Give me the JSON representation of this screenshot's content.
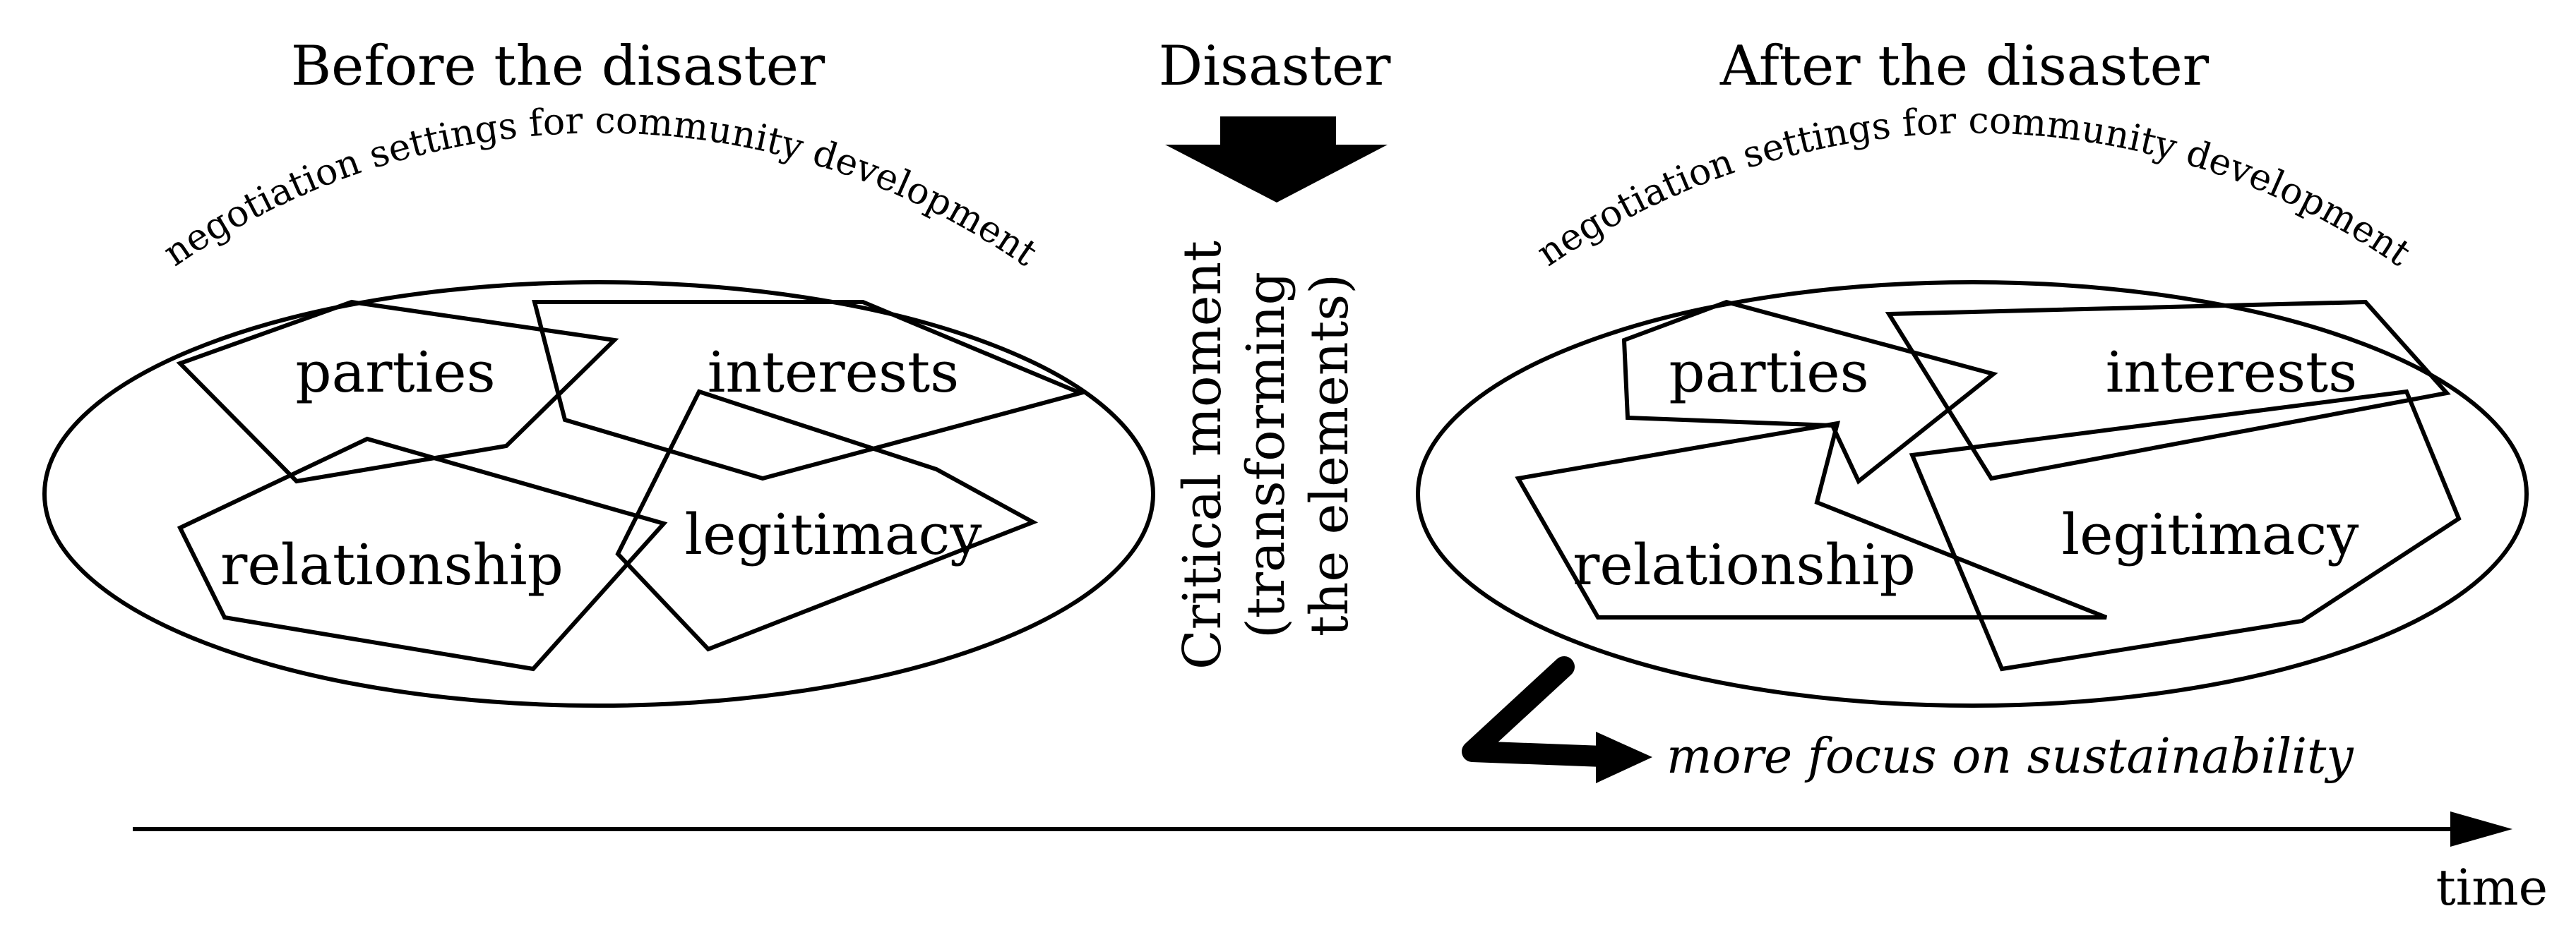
{
  "headings": {
    "before": "Before the disaster",
    "disaster": "Disaster",
    "after": "After the disaster"
  },
  "settings_label": "negotiation settings for community development",
  "before_panel": {
    "settings_label": "negotiation settings for community development",
    "elements": {
      "parties": "parties",
      "interests": "interests",
      "relationship": "relationship",
      "legitimacy": "legitimacy"
    }
  },
  "after_panel": {
    "settings_label": "negotiation settings for community development",
    "elements": {
      "parties": "parties",
      "interests": "interests",
      "relationship": "relationship",
      "legitimacy": "legitimacy"
    }
  },
  "critical_moment": {
    "line1": "Critical moment",
    "line2": "(transforming",
    "line3": "the elements)"
  },
  "focus_note": "more focus on sustainability",
  "axis_label": "time",
  "icons": {
    "disaster_arrow": "down-arrow-icon",
    "focus_arrow": "bent-right-arrow-icon",
    "time_arrow": "right-arrow-icon"
  },
  "colors": {
    "stroke": "#000000",
    "background": "#ffffff"
  }
}
